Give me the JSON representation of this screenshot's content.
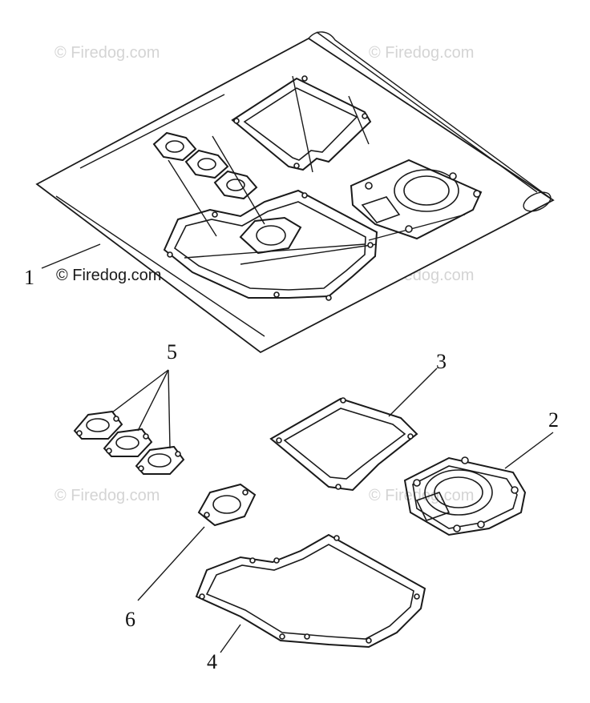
{
  "watermark": "© Firedog.com",
  "callouts": {
    "c1": "1",
    "c2": "2",
    "c3": "3",
    "c4": "4",
    "c5": "5",
    "c6": "6"
  }
}
